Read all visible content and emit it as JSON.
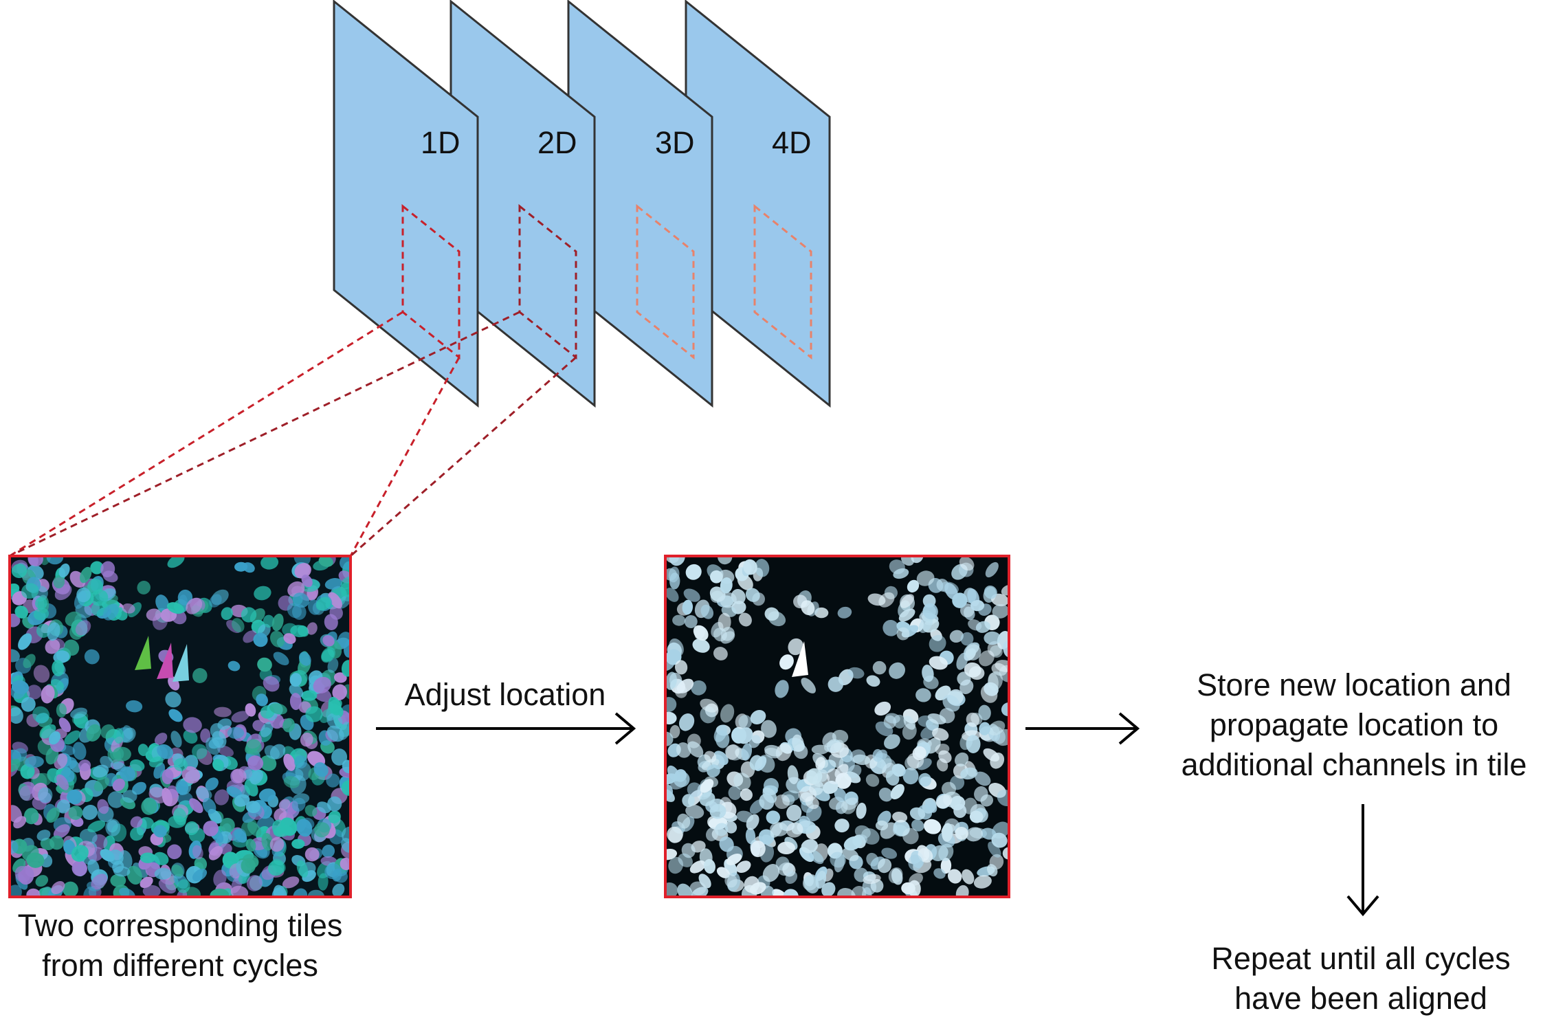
{
  "colors": {
    "panel_fill": "#9AC8EC",
    "panel_stroke": "#333333",
    "selection_dark": "#C8202A",
    "selection_darker": "#9E1F28",
    "selection_light": "#E8826A",
    "tile_border": "#E0202A",
    "arrow": "#000000",
    "marker_green": "#5FBF45",
    "marker_magenta": "#C64CB1",
    "marker_cyan": "#78D0E0",
    "marker_white": "#FFFFFF"
  },
  "cycles": [
    {
      "label": "1D"
    },
    {
      "label": "2D"
    },
    {
      "label": "3D"
    },
    {
      "label": "4D"
    }
  ],
  "left_tile": {
    "image": "overlay-of-two-cycle-tiles",
    "caption_lines": [
      "Two corresponding tiles",
      "from different cycles"
    ]
  },
  "center_tile": {
    "image": "aligned-nuclei-tile"
  },
  "step_adjust": {
    "label": "Adjust location"
  },
  "step_store": {
    "lines": [
      "Store new location and",
      "propagate location to",
      "additional channels in tile"
    ]
  },
  "step_repeat": {
    "lines": [
      "Repeat until all cycles",
      "have been aligned"
    ]
  },
  "icons": [
    "arrow-right-icon",
    "arrow-right-icon",
    "arrow-down-icon",
    "arrowhead-marker-icon"
  ]
}
